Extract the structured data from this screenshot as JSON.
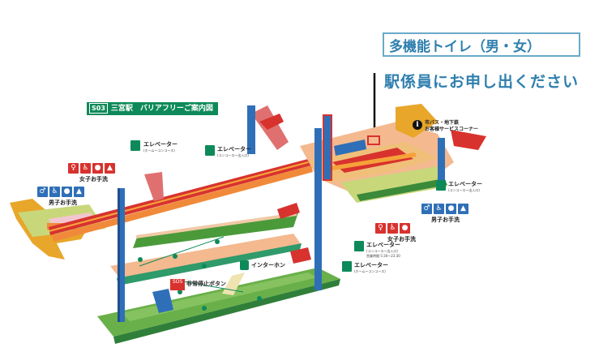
{
  "callout": {
    "title": "多機能トイレ（男・女）",
    "subtitle": "駅係員にお申し出ください"
  },
  "map": {
    "station_code": "S03",
    "station_title": "三宮駅　バリアフリーご案内図",
    "labels": {
      "elevator_1": "エレベーター",
      "elevator_1_sub": "(ホーム～コンコース)",
      "elevator_2": "エレベーター",
      "elevator_2_sub": "(コンコース～出入口)",
      "elevator_3": "エレベーター",
      "elevator_3_sub": "(コンコース～出入口)",
      "elevator_4": "エレベーター",
      "elevator_4_sub": "(コンコース～出入口)",
      "elevator_4_hours": "営業時間 5:30～23:30",
      "elevator_5": "エレベーター",
      "elevator_5_sub": "(ホーム～コンコース)",
      "toilet_women_left": "女子お手洗",
      "toilet_men_left": "男子お手洗",
      "toilet_women_right": "女子お手洗",
      "toilet_men_right": "男子お手洗",
      "intercom": "インターホン",
      "emergency_button": "非常停止ボタン",
      "sos": "SOS",
      "info_line1": "市バス・地下鉄",
      "info_line2": "お客様サービスコーナー"
    }
  },
  "colors": {
    "accent_blue": "#2f7fae",
    "route_red": "#d8322e",
    "platform_green": "#4a9a3a",
    "concourse_peach": "#f4b98f",
    "station_green": "#0e8a5a"
  }
}
